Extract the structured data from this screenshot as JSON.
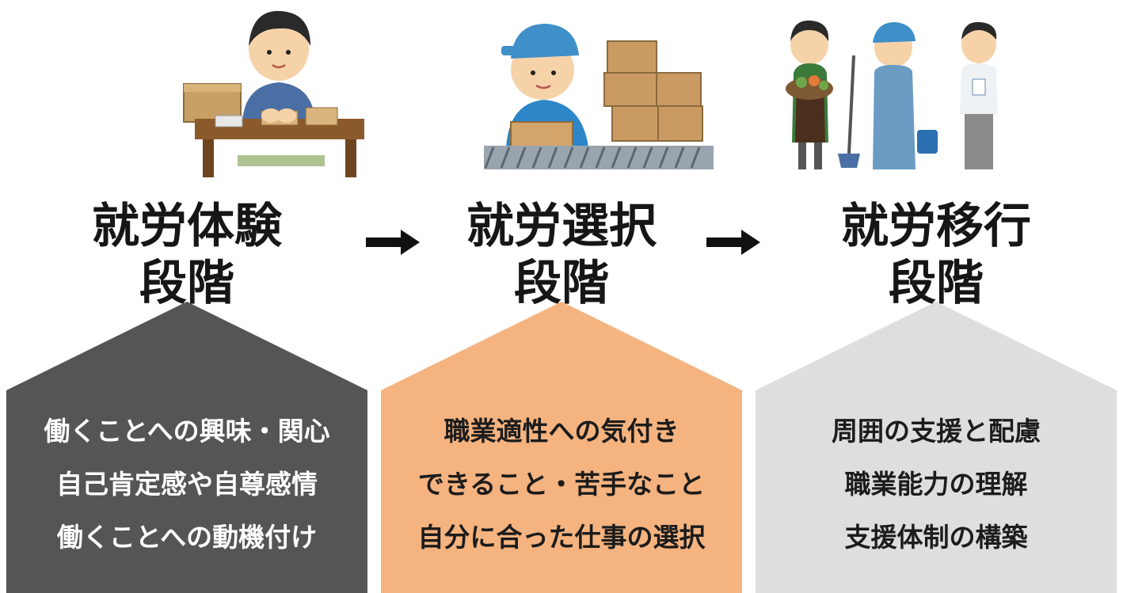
{
  "stages": [
    {
      "title_line1": "就労体験",
      "title_line2": "段階",
      "color": "#555555",
      "text_color": "#ffffff",
      "items": [
        "働くことへの興味・関心",
        "自己肯定感や自尊感情",
        "働くことへの動機付け"
      ]
    },
    {
      "title_line1": "就労選択",
      "title_line2": "段階",
      "color": "#f5b37f",
      "text_color": "#1c1c1c",
      "items": [
        "職業適性への気付き",
        "できること・苦手なこと",
        "自分に合った仕事の選択"
      ]
    },
    {
      "title_line1": "就労移行",
      "title_line2": "段階",
      "color": "#dedede",
      "text_color": "#1c1c1c",
      "items": [
        "周囲の支援と配慮",
        "職業能力の理解",
        "支援体制の構築"
      ]
    }
  ],
  "icons": [
    "arrow-right-icon",
    "arrow-right-icon"
  ]
}
